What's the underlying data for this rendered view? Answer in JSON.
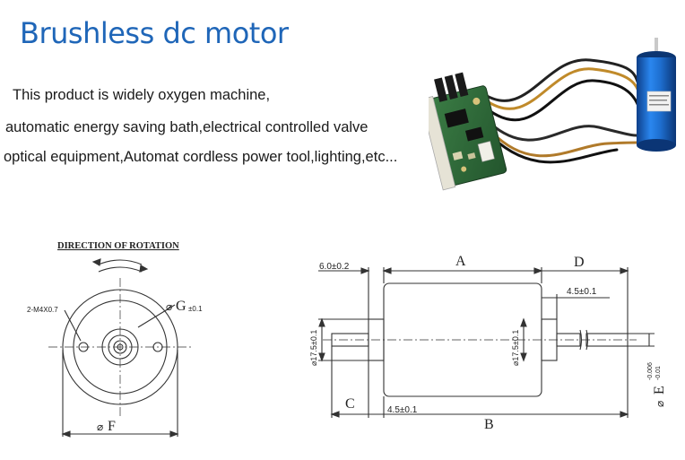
{
  "title": "Brushless dc motor",
  "description": [
    "This product is widely oxygen machine,",
    "automatic energy saving bath,electrical controlled valve",
    "optical equipment,Automat cordless power tool,lighting,etc..."
  ],
  "front_view": {
    "direction_label": "DIRECTION OF ROTATION",
    "screw_label": "2-M4X0.7",
    "g_label": "G",
    "g_tol": "±0.1",
    "f_label": "F",
    "dia_symbol": "⌀"
  },
  "side_view": {
    "a_label": "A",
    "b_label": "B",
    "c_label": "C",
    "d_label": "D",
    "e_label": "E",
    "e_tol_upper": "-0.006",
    "e_tol_lower": "-0.01",
    "dim_6": "6.0±0.2",
    "dim_45_top": "4.5±0.1",
    "dim_45_bottom": "4.5±0.1",
    "dia_175_left": "⌀17.5±0.1",
    "dia_175_right": "⌀17.5±0.1",
    "dia_e_symbol": "⌀"
  },
  "colors": {
    "title": "#1f66b8",
    "motor_body": "#1e6fd0",
    "pcb": "#2e6b3a",
    "line": "#333333"
  }
}
